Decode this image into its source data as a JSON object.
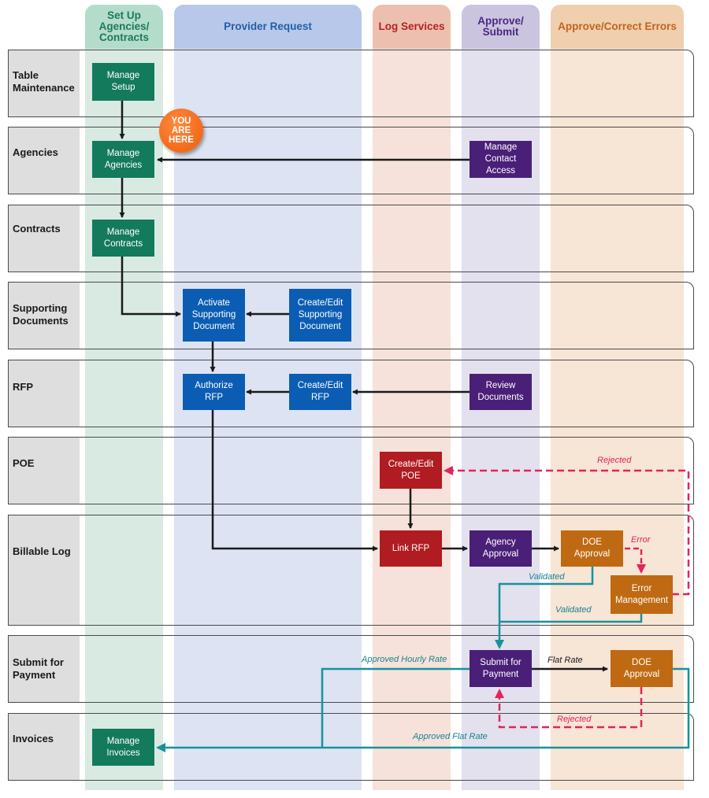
{
  "columns": [
    {
      "id": "setup",
      "label": "Set Up\nAgencies/\nContracts",
      "text_color": "#1d7a5c",
      "fill": "#d9eae3",
      "head_fill": "#b3dccb"
    },
    {
      "id": "provider",
      "label": "Provider Request",
      "text_color": "#1f5fa8",
      "fill": "#dde3f3",
      "head_fill": "#b8c8ea"
    },
    {
      "id": "log",
      "label": "Log Services",
      "text_color": "#b52224",
      "fill": "#f6e2da",
      "head_fill": "#edbfae"
    },
    {
      "id": "approve",
      "label": "Approve/\nSubmit",
      "text_color": "#4b2785",
      "fill": "#e3e1ee",
      "head_fill": "#cbc4df"
    },
    {
      "id": "errors",
      "label": "Approve/Correct Errors",
      "text_color": "#c1651a",
      "fill": "#f7e5d6",
      "head_fill": "#f0cfae"
    }
  ],
  "rows": [
    {
      "id": "table-maintenance",
      "label": "Table\nMaintenance"
    },
    {
      "id": "agencies",
      "label": "Agencies"
    },
    {
      "id": "contracts",
      "label": "Contracts"
    },
    {
      "id": "supporting-documents",
      "label": "Supporting\nDocuments"
    },
    {
      "id": "rfp",
      "label": "RFP"
    },
    {
      "id": "poe",
      "label": "POE"
    },
    {
      "id": "billable-log",
      "label": "Billable Log"
    },
    {
      "id": "submit-for-payment",
      "label": "Submit for\nPayment"
    },
    {
      "id": "invoices",
      "label": "Invoices"
    }
  ],
  "nodes": [
    {
      "id": "manage-setup",
      "label": "Manage\nSetup",
      "color": "#137a5c"
    },
    {
      "id": "manage-agencies",
      "label": "Manage\nAgencies",
      "color": "#137a5c"
    },
    {
      "id": "manage-contact-access",
      "label": "Manage\nContact Access",
      "color": "#4a1f78"
    },
    {
      "id": "manage-contracts",
      "label": "Manage\nContracts",
      "color": "#137a5c"
    },
    {
      "id": "activate-supporting-document",
      "label": "Activate\nSupporting\nDocument",
      "color": "#0b5db3"
    },
    {
      "id": "create-edit-supporting-document",
      "label": "Create/Edit\nSupporting\nDocument",
      "color": "#0b5db3"
    },
    {
      "id": "authorize-rfp",
      "label": "Authorize\nRFP",
      "color": "#0b5db3"
    },
    {
      "id": "create-edit-rfp",
      "label": "Create/Edit\nRFP",
      "color": "#0b5db3"
    },
    {
      "id": "review-documents",
      "label": "Review\nDocuments",
      "color": "#4a1f78"
    },
    {
      "id": "create-edit-poe",
      "label": "Create/Edit\nPOE",
      "color": "#b01c22"
    },
    {
      "id": "link-rfp",
      "label": "Link RFP",
      "color": "#b01c22"
    },
    {
      "id": "agency-approval",
      "label": "Agency\nApproval",
      "color": "#4a1f78"
    },
    {
      "id": "doe-approval-log",
      "label": "DOE\nApproval",
      "color": "#bf6a13"
    },
    {
      "id": "error-management",
      "label": "Error\nManagement",
      "color": "#bf6a13"
    },
    {
      "id": "submit-for-payment",
      "label": "Submit for\nPayment",
      "color": "#4a1f78"
    },
    {
      "id": "doe-approval-payment",
      "label": "DOE\nApproval",
      "color": "#bf6a13"
    },
    {
      "id": "manage-invoices",
      "label": "Manage\nInvoices",
      "color": "#137a5c"
    }
  ],
  "badge": {
    "label": "YOU\nARE\nHERE",
    "color": "#f26a1b"
  },
  "edge_labels": [
    {
      "id": "rejected-poe",
      "text": "Rejected",
      "color": "#e2245a"
    },
    {
      "id": "error",
      "text": "Error",
      "color": "#e2245a"
    },
    {
      "id": "validated-1",
      "text": "Validated",
      "color": "#17838f"
    },
    {
      "id": "validated-2",
      "text": "Validated",
      "color": "#17838f"
    },
    {
      "id": "approved-hourly-rate",
      "text": "Approved Hourly Rate",
      "color": "#17838f"
    },
    {
      "id": "flat-rate",
      "text": "Flat Rate",
      "color": "#1a1a1a"
    },
    {
      "id": "rejected-payment",
      "text": "Rejected",
      "color": "#e2245a"
    },
    {
      "id": "approved-flat-rate",
      "text": "Approved Flat Rate",
      "color": "#17838f"
    }
  ],
  "line_colors": {
    "main": "#1a1a1a",
    "validated": "#17929c",
    "rejected": "#e2245a"
  }
}
